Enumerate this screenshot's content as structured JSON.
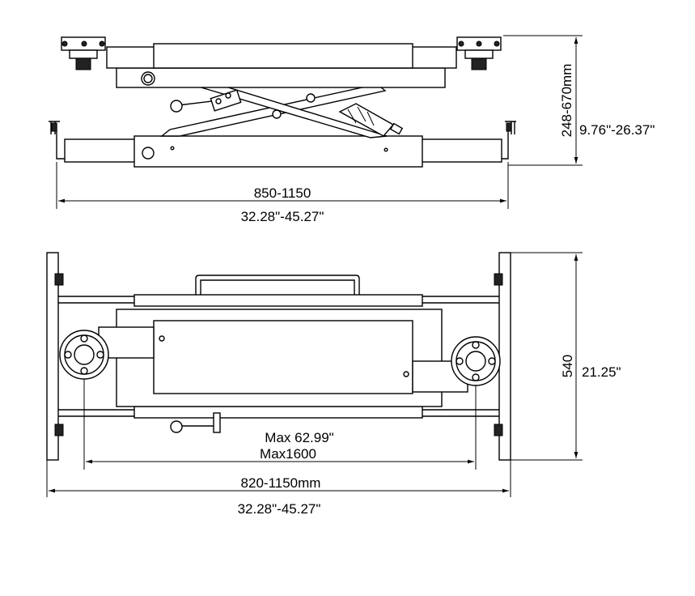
{
  "side_view": {
    "length_mm": "850-1150",
    "length_in": "32.28\"-45.27\"",
    "height_mm": "248-670mm",
    "height_in": "9.76\"-26.37\""
  },
  "top_view": {
    "pad_span_in": "Max 62.99\"",
    "pad_span_mm": "Max1600",
    "length_mm": "820-1150mm",
    "length_in": "32.28\"-45.27\"",
    "width_mm": "540",
    "width_in": "21.25\""
  }
}
